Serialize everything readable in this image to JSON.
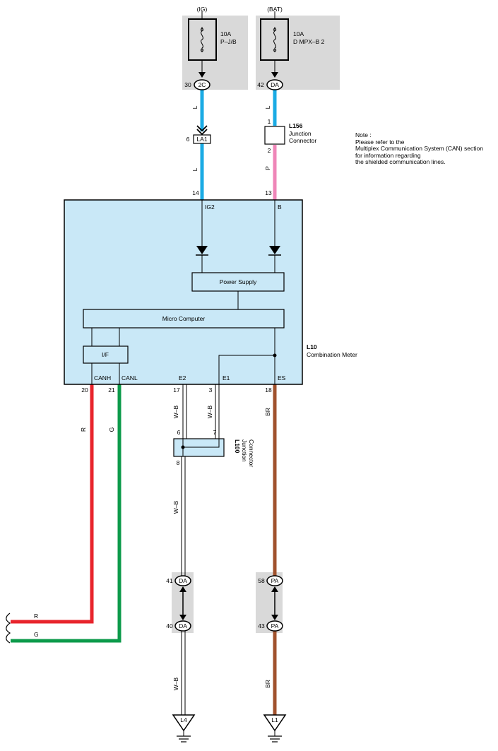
{
  "fuses": {
    "ig": {
      "source": "(IG)",
      "rating": "10A",
      "name": "P–J/B"
    },
    "bat": {
      "source": "(BAT)",
      "rating": "10A",
      "name": "D MPX–B 2"
    }
  },
  "connectors": {
    "c2c": {
      "code": "2C",
      "pin": "30"
    },
    "da_top": {
      "code": "DA",
      "pin": "42"
    },
    "la1": {
      "code": "LA1",
      "pin": "6"
    },
    "da41": {
      "code": "DA",
      "pin": "41"
    },
    "da40": {
      "code": "DA",
      "pin": "40"
    },
    "pa58": {
      "code": "PA",
      "pin": "58"
    },
    "pa43": {
      "code": "PA",
      "pin": "43"
    }
  },
  "junction_l156": {
    "id": "L156",
    "name_line1": "Junction",
    "name_line2": "Connector",
    "pin_top": "1",
    "pin_bottom": "2"
  },
  "junction_l100": {
    "id": "L100",
    "name_line1": "Junction",
    "name_line2": "Connector",
    "pin_left": "6",
    "pin_right": "7",
    "pin_bottom": "8"
  },
  "note": {
    "line1": "Note :",
    "line2": "Please refer to the",
    "line3": "Multiplex Communication System (CAN) section",
    "line4": "for information regarding",
    "line5": "the shielded communication lines."
  },
  "meter": {
    "id": "L10",
    "name": "Combination Meter",
    "power_supply": "Power Supply",
    "micro_computer": "Micro Computer",
    "interface": "I/F",
    "pins": {
      "ig2": {
        "label": "IG2",
        "num": "14"
      },
      "b": {
        "label": "B",
        "num": "13"
      },
      "canh": {
        "label": "CANH",
        "num": "20"
      },
      "canl": {
        "label": "CANL",
        "num": "21"
      },
      "e2": {
        "label": "E2",
        "num": "17"
      },
      "e1": {
        "label": "E1",
        "num": "3"
      },
      "es": {
        "label": "ES",
        "num": "18"
      }
    }
  },
  "wires": {
    "l_upper": "L",
    "l_lower": "L",
    "p_upper": "L",
    "p_lower": "P",
    "r": "R",
    "g": "G",
    "wb_e2": "W–B",
    "wb_e1": "W–B",
    "wb_mid": "W–B",
    "wb_bottom": "W–B",
    "br_upper": "BR",
    "br_lower": "BR",
    "r_end": "R",
    "g_end": "G"
  },
  "grounds": {
    "l4": "L4",
    "l1": "L1"
  },
  "colors": {
    "wire_L": "#1aabe4",
    "wire_P": "#ef86b8",
    "wire_R": "#e8242c",
    "wire_G": "#0c9a4a",
    "wire_BR": "#a0522d",
    "meter_fill": "#c9e8f7",
    "shade": "#d9d9d9"
  }
}
